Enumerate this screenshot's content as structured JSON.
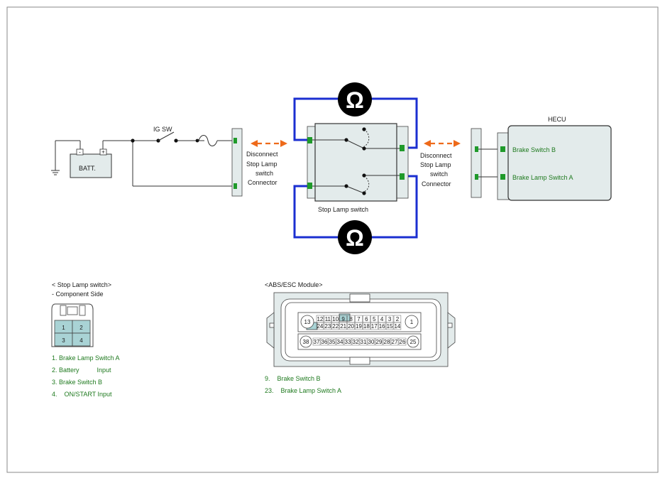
{
  "colors": {
    "wire_highlight": "#1b2fd1",
    "arrow": "#ee6a1a",
    "terminal": "#1f9a2a",
    "legend_text": "#1f7a1f",
    "component_fill": "#e3ebeb",
    "connector_fill": "#a9d3d5"
  },
  "icons": [
    "ground-icon",
    "ohmmeter-icon",
    "fuse-icon",
    "switch-icon",
    "double-arrow-icon"
  ],
  "circuit": {
    "ig_sw": "IG SW",
    "batt": "BATT.",
    "batt_minus": "-",
    "batt_plus": "+",
    "ohm_symbol": "Ω",
    "disconnect_left": [
      "Disconnect",
      "Stop Lamp",
      "switch",
      "Connector"
    ],
    "disconnect_right": [
      "Disconnect",
      "Stop Lamp",
      "switch",
      "Connector"
    ],
    "stop_lamp_switch": "Stop Lamp switch",
    "hecu": {
      "title": "HECU",
      "line1": "Brake Switch B",
      "line2": "Brake Lamp Switch A"
    }
  },
  "stop_lamp_connector": {
    "title": "< Stop Lamp switch>",
    "subtitle": "- Component Side",
    "pins": [
      "1",
      "2",
      "3",
      "4"
    ],
    "legend": [
      "1.    Brake Lamp Switch A",
      "2. Battery          Input",
      "3. Brake Switch B",
      "4.    ON/START Input"
    ]
  },
  "abs_module": {
    "title": "<ABS/ESC Module>",
    "pin_13": "13",
    "pin_1": "1",
    "pin_38": "38",
    "pin_25": "25",
    "row1": [
      "12",
      "11",
      "10",
      "9",
      "8",
      "7",
      "6",
      "5",
      "4",
      "3",
      "2"
    ],
    "row2": [
      "24",
      "23",
      "22",
      "21",
      "20",
      "19",
      "18",
      "17",
      "16",
      "15",
      "14"
    ],
    "row3": [
      "37",
      "36",
      "35",
      "34",
      "33",
      "32",
      "31",
      "30",
      "29",
      "28",
      "27",
      "26"
    ],
    "legend": [
      "9.    Brake Switch B",
      "23.    Brake Lamp Switch A"
    ]
  }
}
